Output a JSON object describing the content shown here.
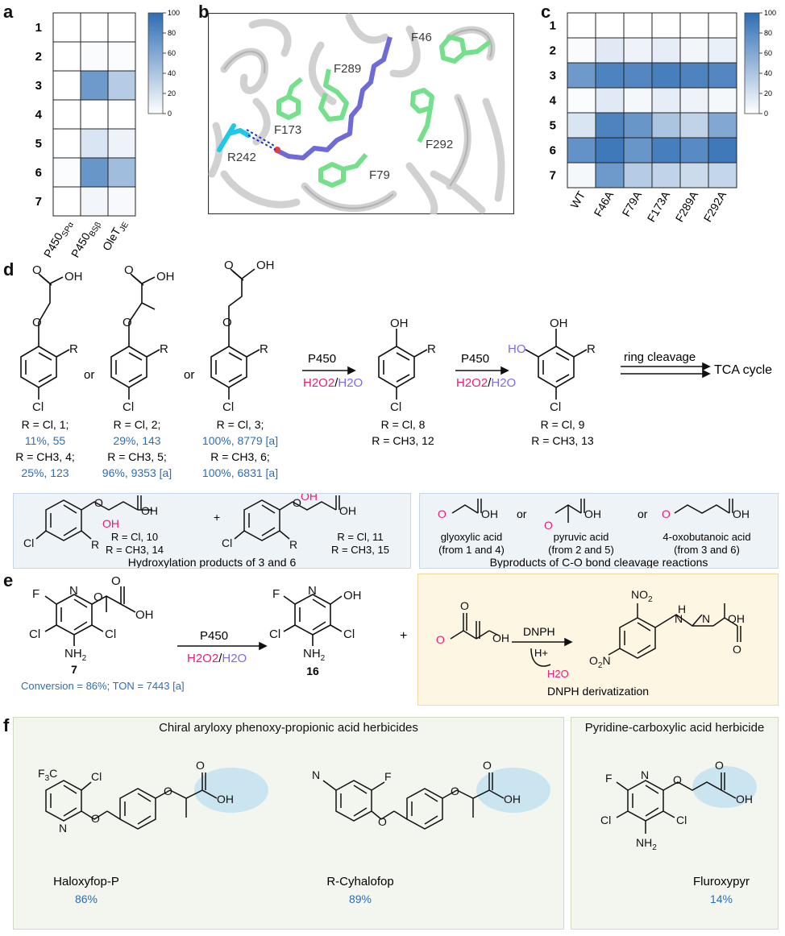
{
  "panels": {
    "a": "a",
    "b": "b",
    "c": "c",
    "d": "d",
    "e": "e",
    "f": "f"
  },
  "heatmap_a": {
    "rows": [
      "1",
      "2",
      "3",
      "4",
      "5",
      "6",
      "7"
    ],
    "cols": [
      "P450SPα",
      "P450BSβ",
      "OleTJE"
    ],
    "col_main": [
      "P450",
      "P450",
      "OleT"
    ],
    "col_sub": [
      "SPα",
      "BSβ",
      "JE"
    ],
    "values": [
      [
        0,
        0,
        0
      ],
      [
        0,
        3,
        2
      ],
      [
        0,
        70,
        35
      ],
      [
        0,
        0,
        0
      ],
      [
        0,
        18,
        8
      ],
      [
        2,
        72,
        45
      ],
      [
        0,
        6,
        4
      ]
    ],
    "colorbar_ticks": [
      "100",
      "80",
      "60",
      "40",
      "20",
      "0"
    ]
  },
  "heatmap_c": {
    "rows": [
      "1",
      "2",
      "3",
      "4",
      "5",
      "6",
      "7"
    ],
    "cols": [
      "WT",
      "F46A",
      "F79A",
      "F173A",
      "F289A",
      "F292A"
    ],
    "values": [
      [
        0,
        0,
        0,
        0,
        0,
        0
      ],
      [
        3,
        15,
        8,
        12,
        6,
        10
      ],
      [
        70,
        85,
        82,
        88,
        85,
        82
      ],
      [
        2,
        15,
        5,
        12,
        8,
        5
      ],
      [
        18,
        85,
        72,
        40,
        30,
        60
      ],
      [
        75,
        92,
        72,
        88,
        80,
        92
      ],
      [
        5,
        70,
        35,
        30,
        25,
        28
      ]
    ],
    "colorbar_ticks": [
      "100",
      "80",
      "60",
      "40",
      "20",
      "0"
    ]
  },
  "structure_b": {
    "residues": [
      "F46",
      "F289",
      "F173",
      "R242",
      "F292",
      "F79"
    ]
  },
  "scheme_d": {
    "or1": "or",
    "or2": "or",
    "enzyme1": "P450",
    "enzyme2": "P450",
    "cof1_h2o2": "H2O2",
    "cof1_slash": "/",
    "cof1_h2o": "H2O",
    "cond_ring": "ring cleavage",
    "tca": "TCA cycle",
    "c1_lines": [
      "R = Cl, 1;",
      "11%, 55",
      "R = CH3, 4;",
      "25%, 123"
    ],
    "c2_lines": [
      "R = Cl, 2;",
      "29%, 143",
      "R = CH3, 5;",
      "96%, 9353 [a]"
    ],
    "c3_lines": [
      "R = Cl, 3;",
      "100%, 8779 [a]",
      "R = CH3, 6;",
      "100%, 6831 [a]"
    ],
    "c8_lines": [
      "R = Cl, 8",
      "R = CH3, 12"
    ],
    "c9_lines": [
      "R = Cl, 9",
      "R = CH3, 13"
    ],
    "hydroxy_caption": "Hydroxylation products of 3 and 6",
    "byproduct_caption": "Byproducts of C-O bond cleavage reactions",
    "hyd10": [
      "R = Cl, 10",
      "R = CH3, 14"
    ],
    "hyd11": [
      "R = Cl, 11",
      "R = CH3, 15"
    ],
    "plus": "+",
    "bp_names": [
      "glyoxylic acid",
      "pyruvic acid",
      "4-oxobutanoic acid"
    ],
    "bp_from": [
      "(from 1 and 4)",
      "(from 2 and 5)",
      "(from 3 and 6)"
    ]
  },
  "scheme_e": {
    "enzyme": "P450",
    "c7": "7",
    "c7_stats": "Conversion = 86%; TON = 7443 [a]",
    "c16": "16",
    "plus": "+",
    "dnph": "DNPH",
    "hplus": "H+",
    "water": "H2O",
    "deriv_caption": "DNPH derivatization"
  },
  "scheme_f": {
    "left_title": "Chiral aryloxy phenoxy-propionic acid herbicides",
    "right_title": "Pyridine-carboxylic acid herbicide",
    "herbicides": [
      {
        "name": "Haloxyfop-P",
        "yield": "86%"
      },
      {
        "name": "R-Cyhalofop",
        "yield": "89%"
      },
      {
        "name": "Fluroxypyr",
        "yield": "14%"
      }
    ]
  },
  "colors": {
    "accent_blue": "#2e6db4",
    "pink": "#e0207a",
    "purple": "#7a6ee0",
    "box_blue": "#eef3f8",
    "box_yellow": "#fdf6e3",
    "box_green": "#f2f6ee"
  }
}
